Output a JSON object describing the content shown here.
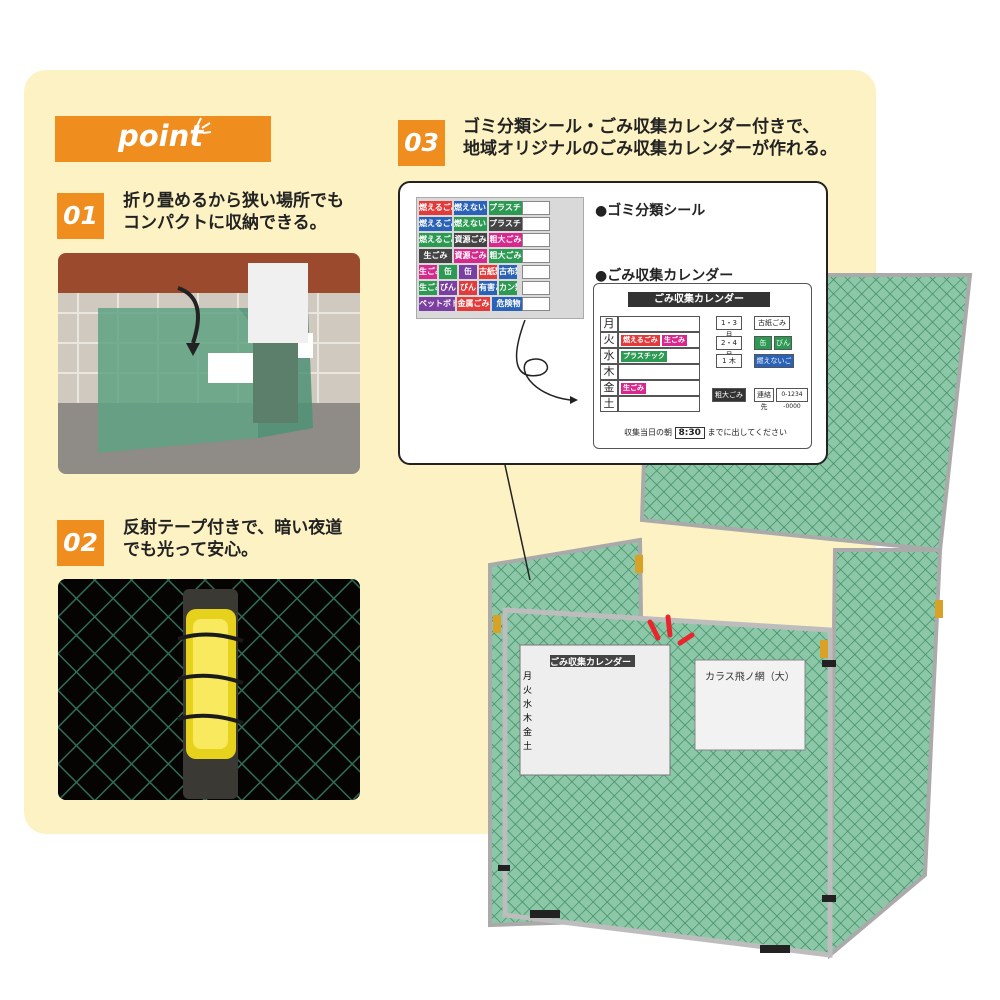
{
  "colors": {
    "panel_bg": "#fdf2c3",
    "accent_orange": "#f08d1f",
    "net_green": "#4f9b6f",
    "spark_red": "#e8262b"
  },
  "point_tag": {
    "label": "point",
    "icon": "sparkle-lines-icon"
  },
  "features": [
    {
      "number": "01",
      "line1": "折り畳めるから狭い場所でも",
      "line2": "コンパクトに収納できる。"
    },
    {
      "number": "02",
      "line1": "反射テープ付きで、暗い夜道",
      "line2": "でも光って安心。"
    },
    {
      "number": "03",
      "line1": "ゴミ分類シール・ごみ収集カレンダー付きで、",
      "line2": "地域オリジナルのごみ収集カレンダーが作れる。"
    }
  ],
  "callout": {
    "sticker_label": "●ゴミ分類シール",
    "calendar_label": "●ごみ収集カレンダー",
    "stickers": [
      [
        "燃えるごみ",
        "燃えないごみ",
        "プラスチック"
      ],
      [
        "燃えるごみ",
        "燃えないごみ",
        "プラスチック"
      ],
      [
        "燃えるごみ",
        "資源ごみ",
        "粗大ごみ"
      ],
      [
        "生ごみ",
        "資源ごみ",
        "粗大ごみ"
      ],
      [
        "生ごみ",
        "缶",
        "缶",
        "古紙類",
        "古布類"
      ],
      [
        "生ごみ",
        "びん",
        "びん",
        "有害ごみ",
        "カン類"
      ],
      [
        "ペットボトル",
        "金属ごみ",
        "危険物"
      ]
    ]
  },
  "calendar": {
    "title": "ごみ収集カレンダー",
    "days": [
      "月",
      "火",
      "水",
      "木",
      "金",
      "土"
    ],
    "chips": {
      "tue_1": "燃えるごみ",
      "tue_2": "生ごみ",
      "wed": "プラスチック",
      "fri": "生ごみ"
    },
    "right_items": {
      "r1a": "1・3 月",
      "r1b": "古紙ごみ",
      "r2a": "2・4 月",
      "r2b": "缶",
      "r2c": "びん",
      "r3a": "1 木",
      "r3b": "燃えないごみ",
      "r4a": "粗大ごみ",
      "r4b": "連絡先",
      "r4c": "0-1234 -0000"
    },
    "footer_before": "収集当日の朝",
    "footer_time": "8:30",
    "footer_after": "までに出してください"
  },
  "product_calendar": {
    "title": "ごみ収集カレンダー",
    "days": [
      "月",
      "火",
      "水",
      "木",
      "金",
      "土"
    ]
  },
  "product_sticker": {
    "title": "カラス飛ノ網（大）"
  }
}
